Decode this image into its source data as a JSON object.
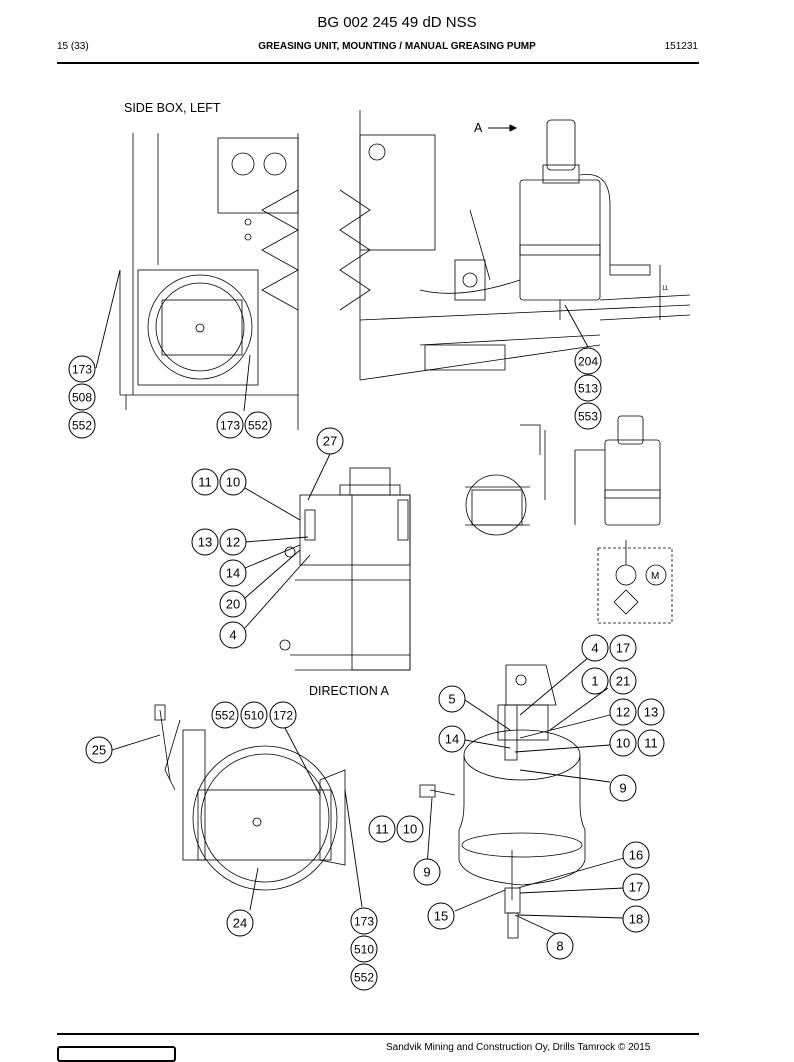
{
  "header": {
    "doc_title": "BG 002 245 49 dD NSS",
    "page": "15 (33)",
    "section": "GREASING UNIT, MOUNTING / MANUAL GREASING PUMP",
    "code": "151231"
  },
  "labels": {
    "side_box": "SIDE BOX, LEFT",
    "arrow_a": "A",
    "direction_a": "DIRECTION  A"
  },
  "diagram_text": {
    "motor": "M",
    "small_11": "11"
  },
  "callouts": [
    "173",
    "508",
    "552",
    "173",
    "552",
    "204",
    "513",
    "553",
    "27",
    "11",
    "10",
    "13",
    "12",
    "14",
    "20",
    "4",
    "4",
    "17",
    "1",
    "21",
    "5",
    "12",
    "13",
    "14",
    "10",
    "11",
    "9",
    "552",
    "510",
    "172",
    "25",
    "11",
    "10",
    "9",
    "16",
    "17",
    "15",
    "18",
    "8",
    "24",
    "173",
    "510",
    "552"
  ],
  "footer": {
    "copyright": "Sandvik Mining and Construction Oy, Drills Tamrock © 2015"
  }
}
